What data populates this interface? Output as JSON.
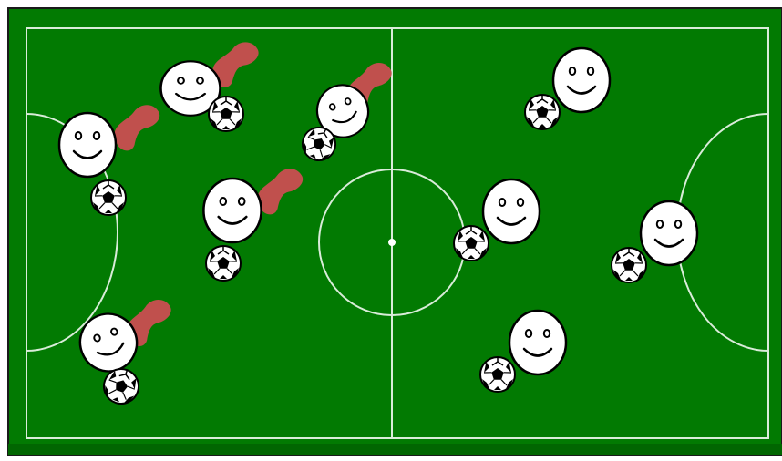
{
  "scene": {
    "pitch_color": "#027a02",
    "border_color": "#1a1a1a",
    "line_color": "#d9ecd9",
    "face_fill": "#ffffff",
    "face_stroke": "#000000",
    "tongue_color": "#c0504d"
  },
  "players": [
    {
      "team": "left",
      "action": "kicking"
    },
    {
      "team": "left",
      "action": "kicking"
    },
    {
      "team": "left",
      "action": "kicking"
    },
    {
      "team": "left",
      "action": "kicking"
    },
    {
      "team": "left",
      "action": "kicking"
    },
    {
      "team": "right",
      "action": "standing"
    },
    {
      "team": "right",
      "action": "standing"
    },
    {
      "team": "right",
      "action": "standing"
    },
    {
      "team": "right",
      "action": "standing"
    }
  ],
  "icons": {
    "face": "smiley-face-icon",
    "ball": "soccer-ball-icon",
    "boot": "kicking-leg-icon"
  }
}
